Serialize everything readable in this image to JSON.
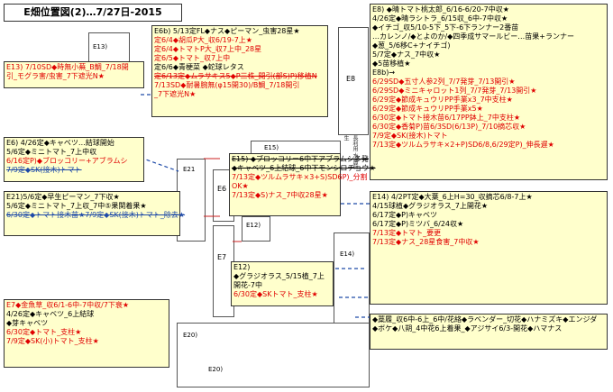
{
  "title": "E畑位置図(2)…7/27日-2015",
  "plots": {
    "e13_box": "E13)",
    "e8": "E8",
    "e15": "E15)",
    "e21": "E21",
    "e6": "E6",
    "e7": "E7",
    "e12": "E12)",
    "e14": "E14)",
    "e20": "E20)",
    "e20b": "E20)"
  },
  "side_label": "長利用\n水圏前生",
  "notes": {
    "n_e6b": [
      {
        "t": "E6b) 5/13定FL◆ナス◆ピーマン_虫害28星★",
        "c": "blk"
      },
      {
        "t": "定6/4◆胡瓜P大_収6/19-7上★",
        "c": "red"
      },
      {
        "t": "定6/4◆トマトP大_収7上中_28星",
        "c": "red"
      },
      {
        "t": "定6/5◆トマト_収7上中",
        "c": "red"
      },
      {
        "t": "定6/6◆青梗菜  ◆蛇球レタス",
        "c": "blk"
      },
      {
        "t": "定6/13定◆ムラサキス5◆P三株_開引(部S)P)移植N",
        "c": "red",
        "s": true
      },
      {
        "t": "7/13SD◆耐暑腕無(φ15開30)/B鯛_7/18開引",
        "c": "red"
      },
      {
        "t": "_7下遮光N★",
        "c": "red"
      }
    ],
    "n_e13": [
      {
        "t": "E13) 7/10SD◆時無小蕪_B鯛_7/18開",
        "c": "red"
      },
      {
        "t": "引_モグラ害/虫害_7下遮光N★",
        "c": "red"
      }
    ],
    "n_e8": [
      {
        "t": "E8) ◆晴トマト桃太郎_6/16-6/20-7中収★",
        "c": "blk"
      },
      {
        "t": "4/26定◆晴ラシトラ_6/15収_6中-7中収★",
        "c": "blk"
      },
      {
        "t": "◆イチゴ_収5/10-5下_5下-6下ランナー2番苗",
        "c": "blk"
      },
      {
        "t": "…カレンノ/◆とよのか/◆四季成サマールビー…苗果+ランナー",
        "c": "blk"
      },
      {
        "t": "◆葱_5/6移C+ナイチゴ)",
        "c": "blk"
      },
      {
        "t": "5/7定◆ナス_7中収★",
        "c": "blk"
      },
      {
        "t": "◆5苗移植★",
        "c": "blk"
      },
      {
        "t": "E8b)→",
        "c": "blk"
      },
      {
        "t": "6/29SD◆五寸人参2列_7/7発芽_7/13開引★",
        "c": "red"
      },
      {
        "t": "6/29SD◆ミニキャロット1列_7/7発芽_7/13開引★",
        "c": "red"
      },
      {
        "t": "6/29定◆節成キュウリPP手業x3_7中支柱★",
        "c": "red"
      },
      {
        "t": "6/29定◆節成キュウリPP手業x5★",
        "c": "red"
      },
      {
        "t": "6/30定◆トマト接木苗6/17PP鉢上_7中支柱★",
        "c": "red"
      },
      {
        "t": "6/30定◆香菊P)苗6/3SD(6/13P)_7/10摘芯収★",
        "c": "red"
      },
      {
        "t": "7/9定◆SK(接木)トマト",
        "c": "red"
      },
      {
        "t": "7/13定◆ツルムラサキ×2+P)SD6/8,6/29定P)_伸長遅★",
        "c": "red"
      }
    ],
    "n_e6": [
      {
        "t": "E6) 4/26定◆キャベツ…結球開始",
        "c": "blk"
      },
      {
        "t": "5/6定◆ミニトマト_7上中収",
        "c": "blk"
      },
      {
        "t": "6/16定P)◆ブロッコリー+アブラムシ",
        "c": "red"
      },
      {
        "t": "7/9定◆SK(接木)トマト",
        "c": "blu",
        "s": true
      }
    ],
    "n_e15": [
      {
        "t": "E15) ◆ブロッコリー6中下アブラムシ多発",
        "c": "blk",
        "s": true
      },
      {
        "t": "◆キャベツ_6上結球_6中下モンシロチョウ★",
        "c": "blk",
        "s": true
      },
      {
        "t": "7/13定◆ツルムラサキ×3+S)SD6P)_分割",
        "c": "red"
      },
      {
        "t": "OK★",
        "c": "red"
      },
      {
        "t": "7/13定◆S)ナス_7中収28星★",
        "c": "red"
      }
    ],
    "n_e21": [
      {
        "t": "E21)5/6定◆早生ピーマン_7下収★",
        "c": "blk"
      },
      {
        "t": "5/6定◆ミニトマト_7上収_7中⑤果関着果★",
        "c": "blk"
      },
      {
        "t": "6/30定◆トマト接木苗★7/9定◆SK(接木)トマト_除去★",
        "c": "blu",
        "s": true
      }
    ],
    "n_e14": [
      {
        "t": "E14) 4/2PT定◆大葉_6上H=30_収摘芯6/8-7上★",
        "c": "blk"
      },
      {
        "t": "4/15球植◆グラジオラス_7上開花★",
        "c": "blk"
      },
      {
        "t": "6/17定◆P)キャベツ",
        "c": "blk"
      },
      {
        "t": "6/17定◆P)ミツバ_6/24収★",
        "c": "blk"
      },
      {
        "t": "7/13定◆トマト_要更",
        "c": "red"
      },
      {
        "t": "7/13定◆ナス_28星食害_7中収★",
        "c": "red"
      }
    ],
    "n_e12": [
      {
        "t": "E12)",
        "c": "blk"
      },
      {
        "t": "◆グラジオラス_5/15植_7上",
        "c": "blk"
      },
      {
        "t": "開花-7中",
        "c": "blk"
      },
      {
        "t": "6/30定◆SKトマト_支柱★",
        "c": "red"
      }
    ],
    "n_e7": [
      {
        "t": "E7◆金魚草_収6/1-6中-7中収/7下衰★",
        "c": "red"
      },
      {
        "t": "4/26定◆キャベツ_6上結球",
        "c": "blk"
      },
      {
        "t": "◆芽キャベツ",
        "c": "blk"
      },
      {
        "t": "6/30定◆トマト_支柱★",
        "c": "red"
      },
      {
        "t": "7/9定◆SK(小)トマト_支柱★",
        "c": "red"
      }
    ],
    "n_flowers": [
      {
        "t": "◆藁履_収6中-6上_6中/花絡◆ラベンダー_切花◆ハナミズキ◆エンジダ",
        "c": "blk"
      },
      {
        "t": "◆ボケ◆八朔_4中花6上着果_◆アジサイ6/3-開花◆ハマナス",
        "c": "blk"
      }
    ]
  }
}
